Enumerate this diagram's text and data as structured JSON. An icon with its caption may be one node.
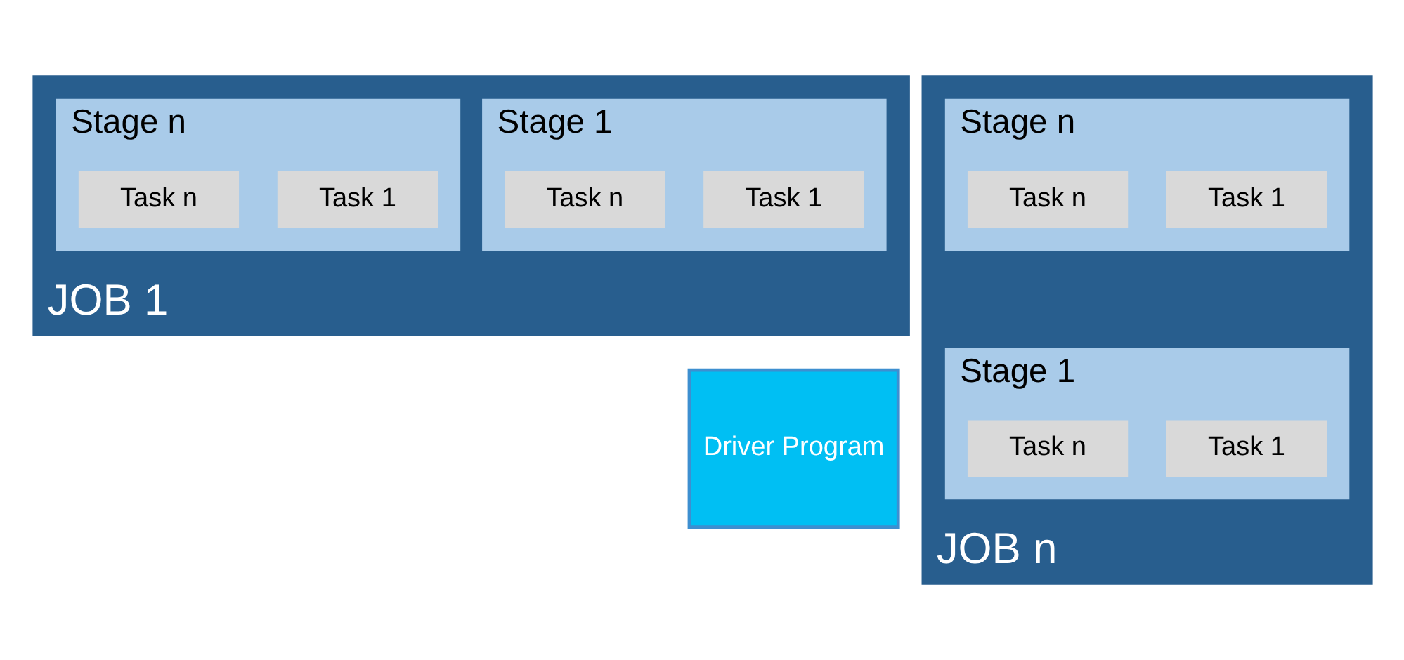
{
  "diagram": {
    "nodes": [
      {
        "text": [
          "Driver Program"
        ]
      },
      {
        "text": [
          "JOB 1"
        ]
      },
      {
        "text": [
          "Stage 1"
        ],
        "in": 1
      },
      {
        "text": [
          "Task 1"
        ],
        "in": 2
      },
      {
        "text": [
          "Task n"
        ],
        "in": 2
      },
      {
        "text": [
          "Stage n"
        ],
        "in": 1
      },
      {
        "text": [
          "Task 1"
        ],
        "in": 5
      },
      {
        "text": [
          "Task n"
        ],
        "in": 5
      },
      {
        "text": [
          "JOB n"
        ]
      },
      {
        "text": [
          "Stage 1"
        ],
        "in": 8
      },
      {
        "text": [
          "Task 1"
        ],
        "in": 9
      },
      {
        "text": [
          "Task n"
        ],
        "in": 9
      },
      {
        "text": [
          "Stage n"
        ],
        "in": 8
      },
      {
        "text": [
          "Task 1"
        ],
        "in": 12
      },
      {
        "text": [
          "Task n"
        ],
        "in": 12
      }
    ]
  }
}
